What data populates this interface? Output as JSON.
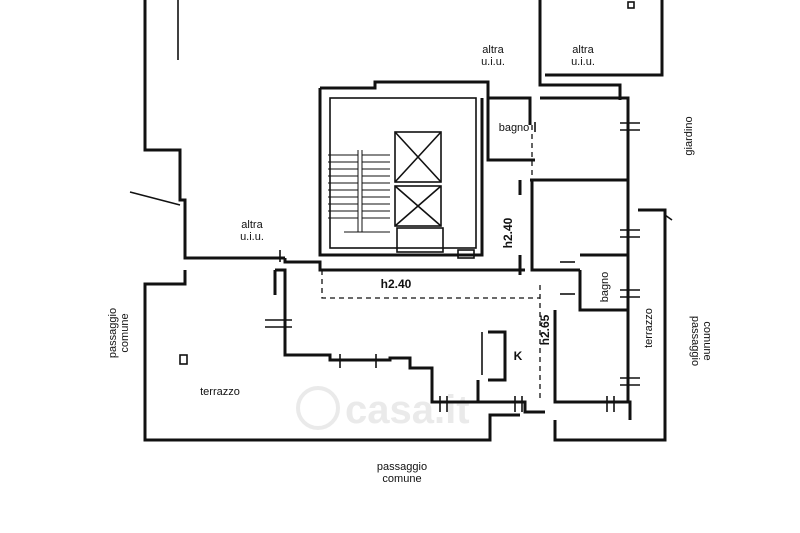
{
  "labels": {
    "altra_uiu_1": [
      "altra",
      "u.i.u."
    ],
    "altra_uiu_2": [
      "altra",
      "u.i.u."
    ],
    "altra_uiu_3": [
      "altra",
      "u.i.u."
    ],
    "bagno_1": "bagno",
    "bagno_2": "bagno",
    "giardino": "giardino",
    "h240_vertical": "h2.40",
    "h240_horizontal": "h2.40",
    "h265": "h2.65",
    "kitchen": "K",
    "terrazzo_left": "terrazzo",
    "terrazzo_right": "terrazzo",
    "passaggio_left": [
      "passaggio",
      "comune"
    ],
    "passaggio_right": [
      "passaggio",
      "comune"
    ],
    "passaggio_bottom": [
      "passaggio",
      "comune"
    ]
  },
  "watermark": "casa.it"
}
